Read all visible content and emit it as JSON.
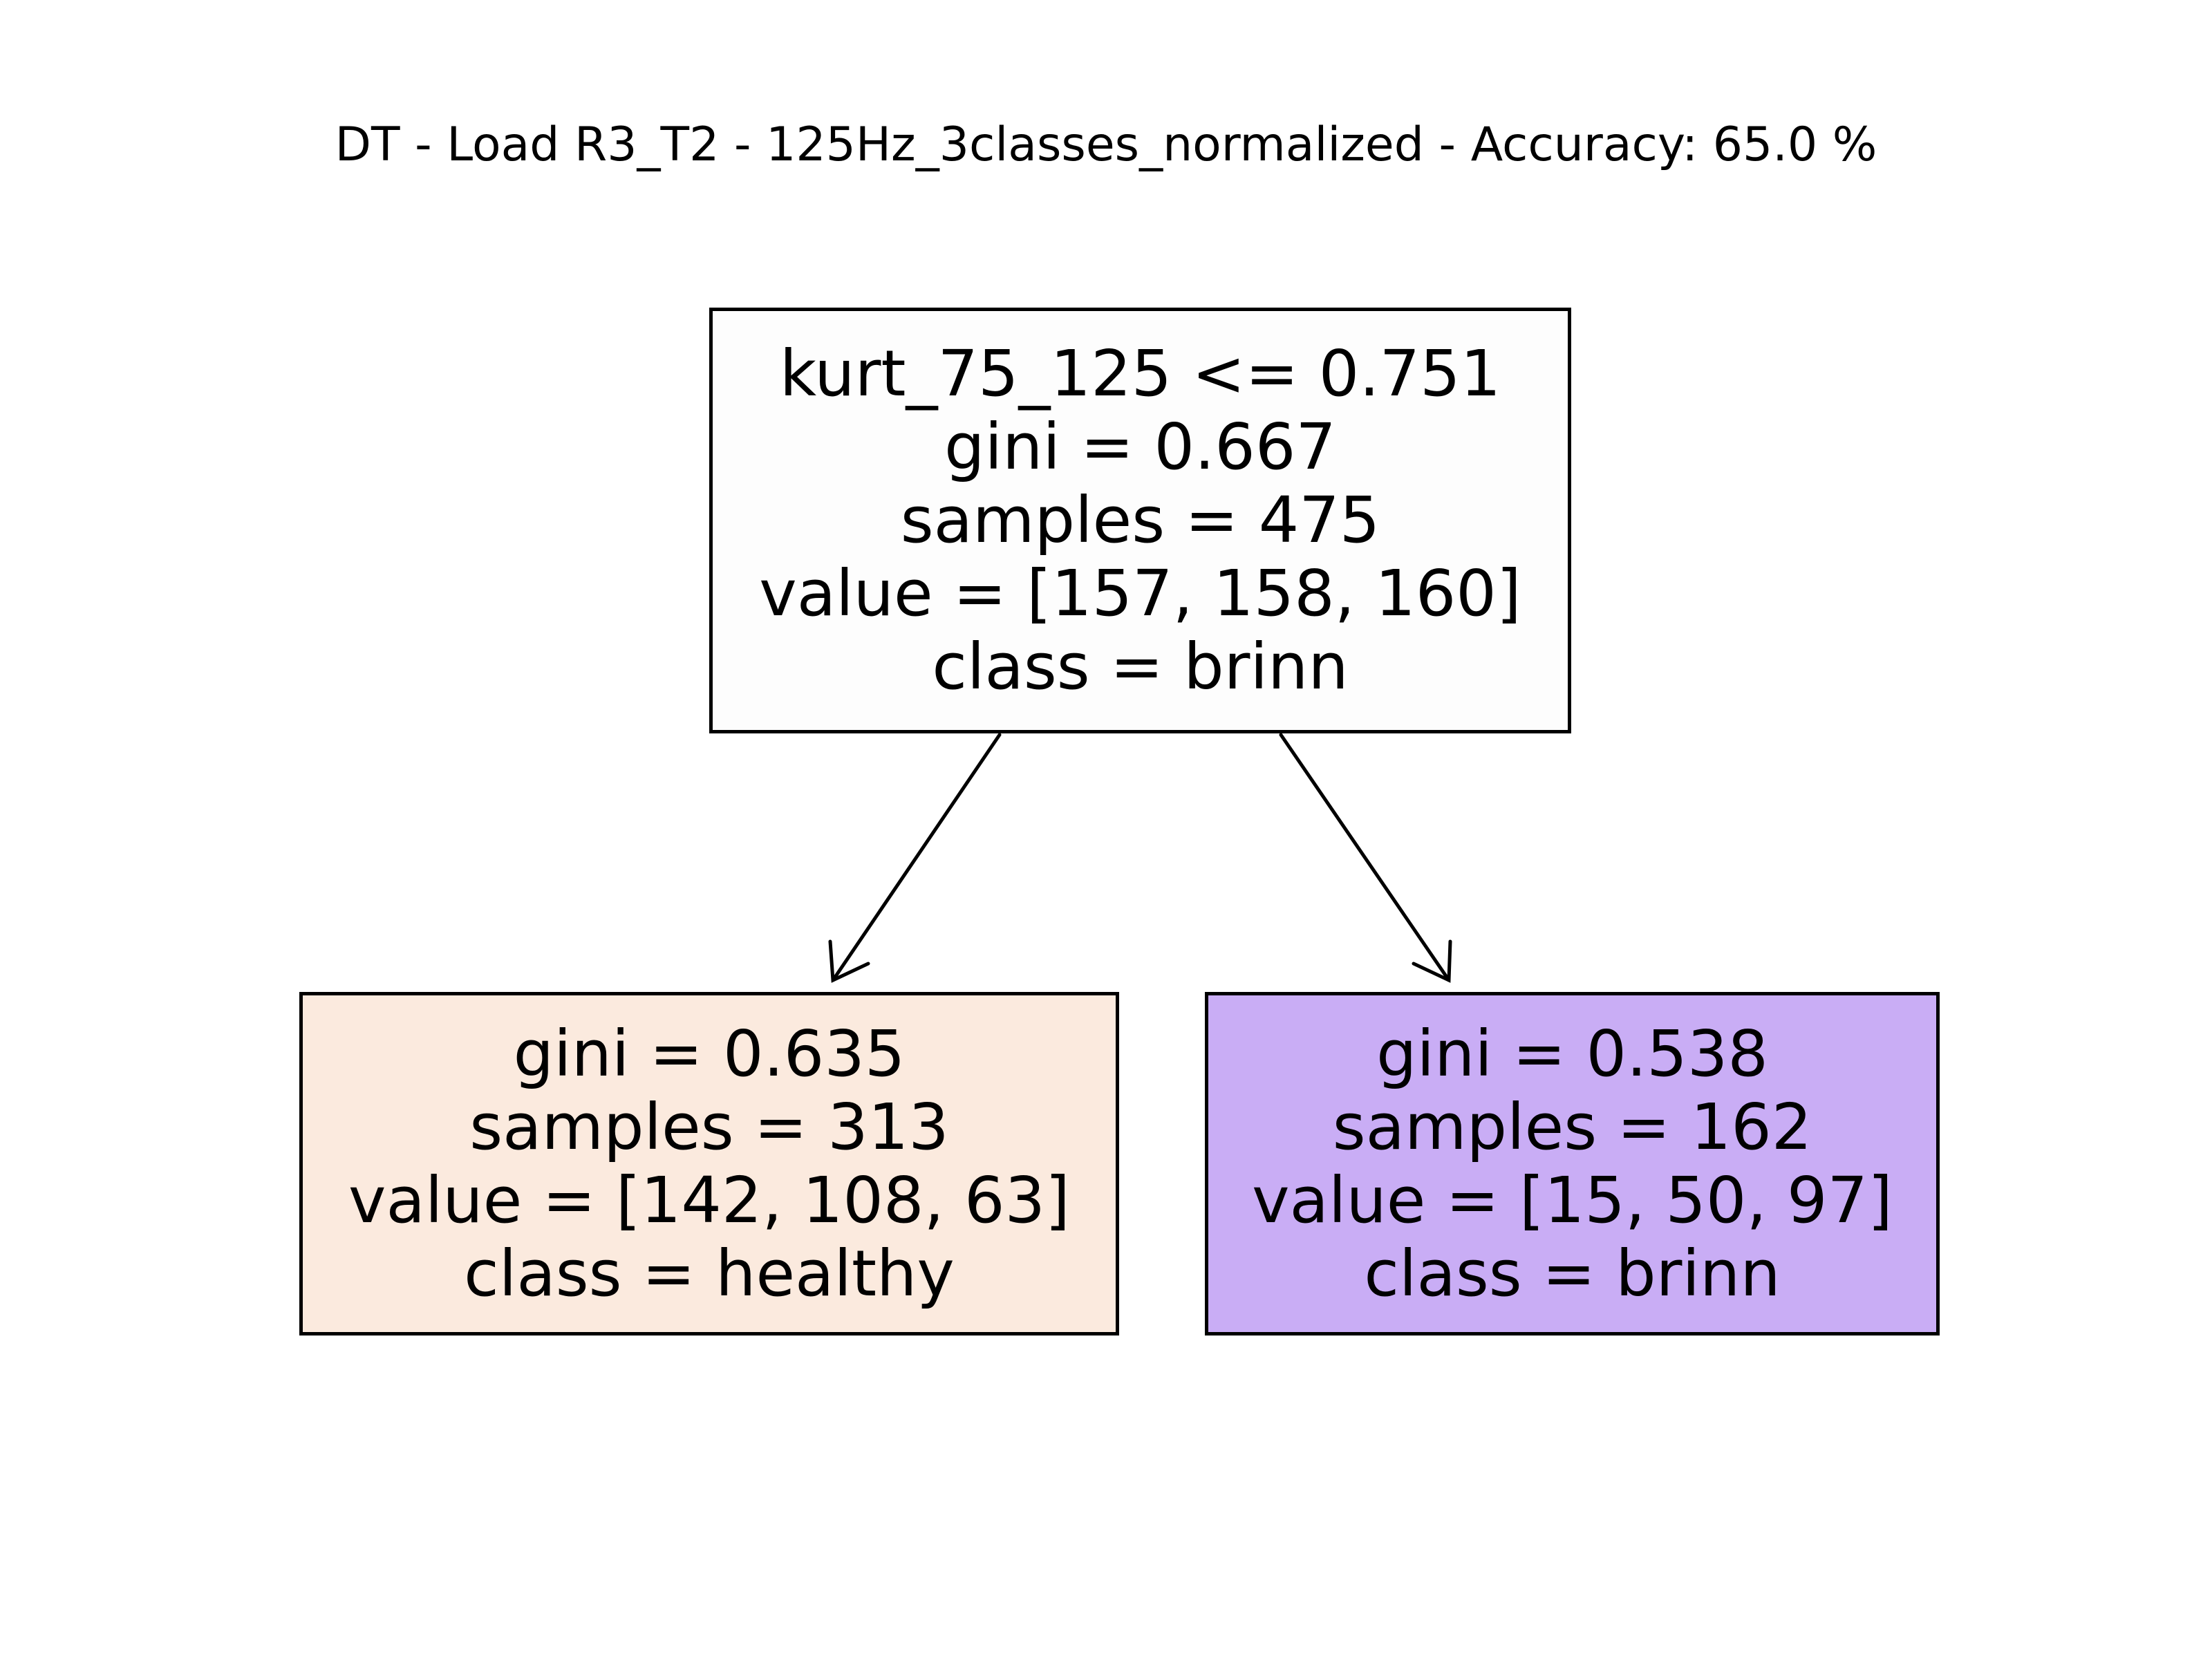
{
  "title": "DT - Load R3_T2 - 125Hz_3classes_normalized - Accuracy: 65.0 %",
  "colors": {
    "border": "#000000",
    "edge": "#000000",
    "root_fill": "#fdfdfd",
    "healthy_fill": "#fbeade",
    "brinn_fill": "#c9adf5"
  },
  "tree": {
    "root": {
      "split": "kurt_75_125 <= 0.751",
      "gini": "gini = 0.667",
      "samples": "samples = 475",
      "value": "value = [157, 158, 160]",
      "class": "class = brinn"
    },
    "left": {
      "gini": "gini = 0.635",
      "samples": "samples = 313",
      "value": "value = [142, 108, 63]",
      "class": "class = healthy"
    },
    "right": {
      "gini": "gini = 0.538",
      "samples": "samples = 162",
      "value": "value = [15, 50, 97]",
      "class": "class = brinn"
    }
  }
}
